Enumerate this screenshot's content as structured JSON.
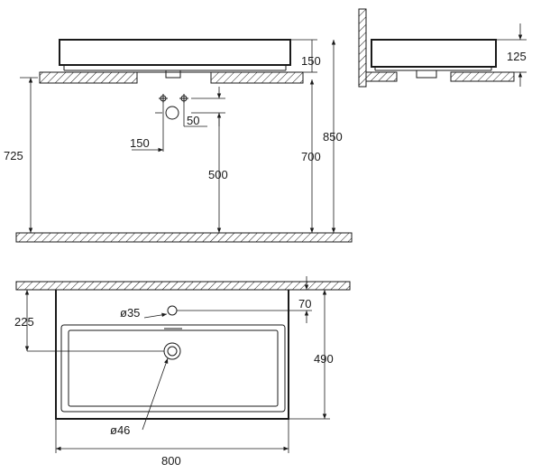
{
  "side_view": {
    "dims": {
      "height_total": "850",
      "height_counter": "700",
      "height_mount": "725",
      "basin_height": "150",
      "drain_height": "500",
      "drain_offset_h": "150",
      "drain_offset_v": "50"
    }
  },
  "end_view": {
    "dims": {
      "rim_height": "125"
    }
  },
  "plan_view": {
    "dims": {
      "width": "800",
      "depth": "490",
      "tap_hole_offset": "70",
      "waste_offset": "225",
      "tap_hole_dia": "ø35",
      "waste_dia": "ø46"
    }
  }
}
